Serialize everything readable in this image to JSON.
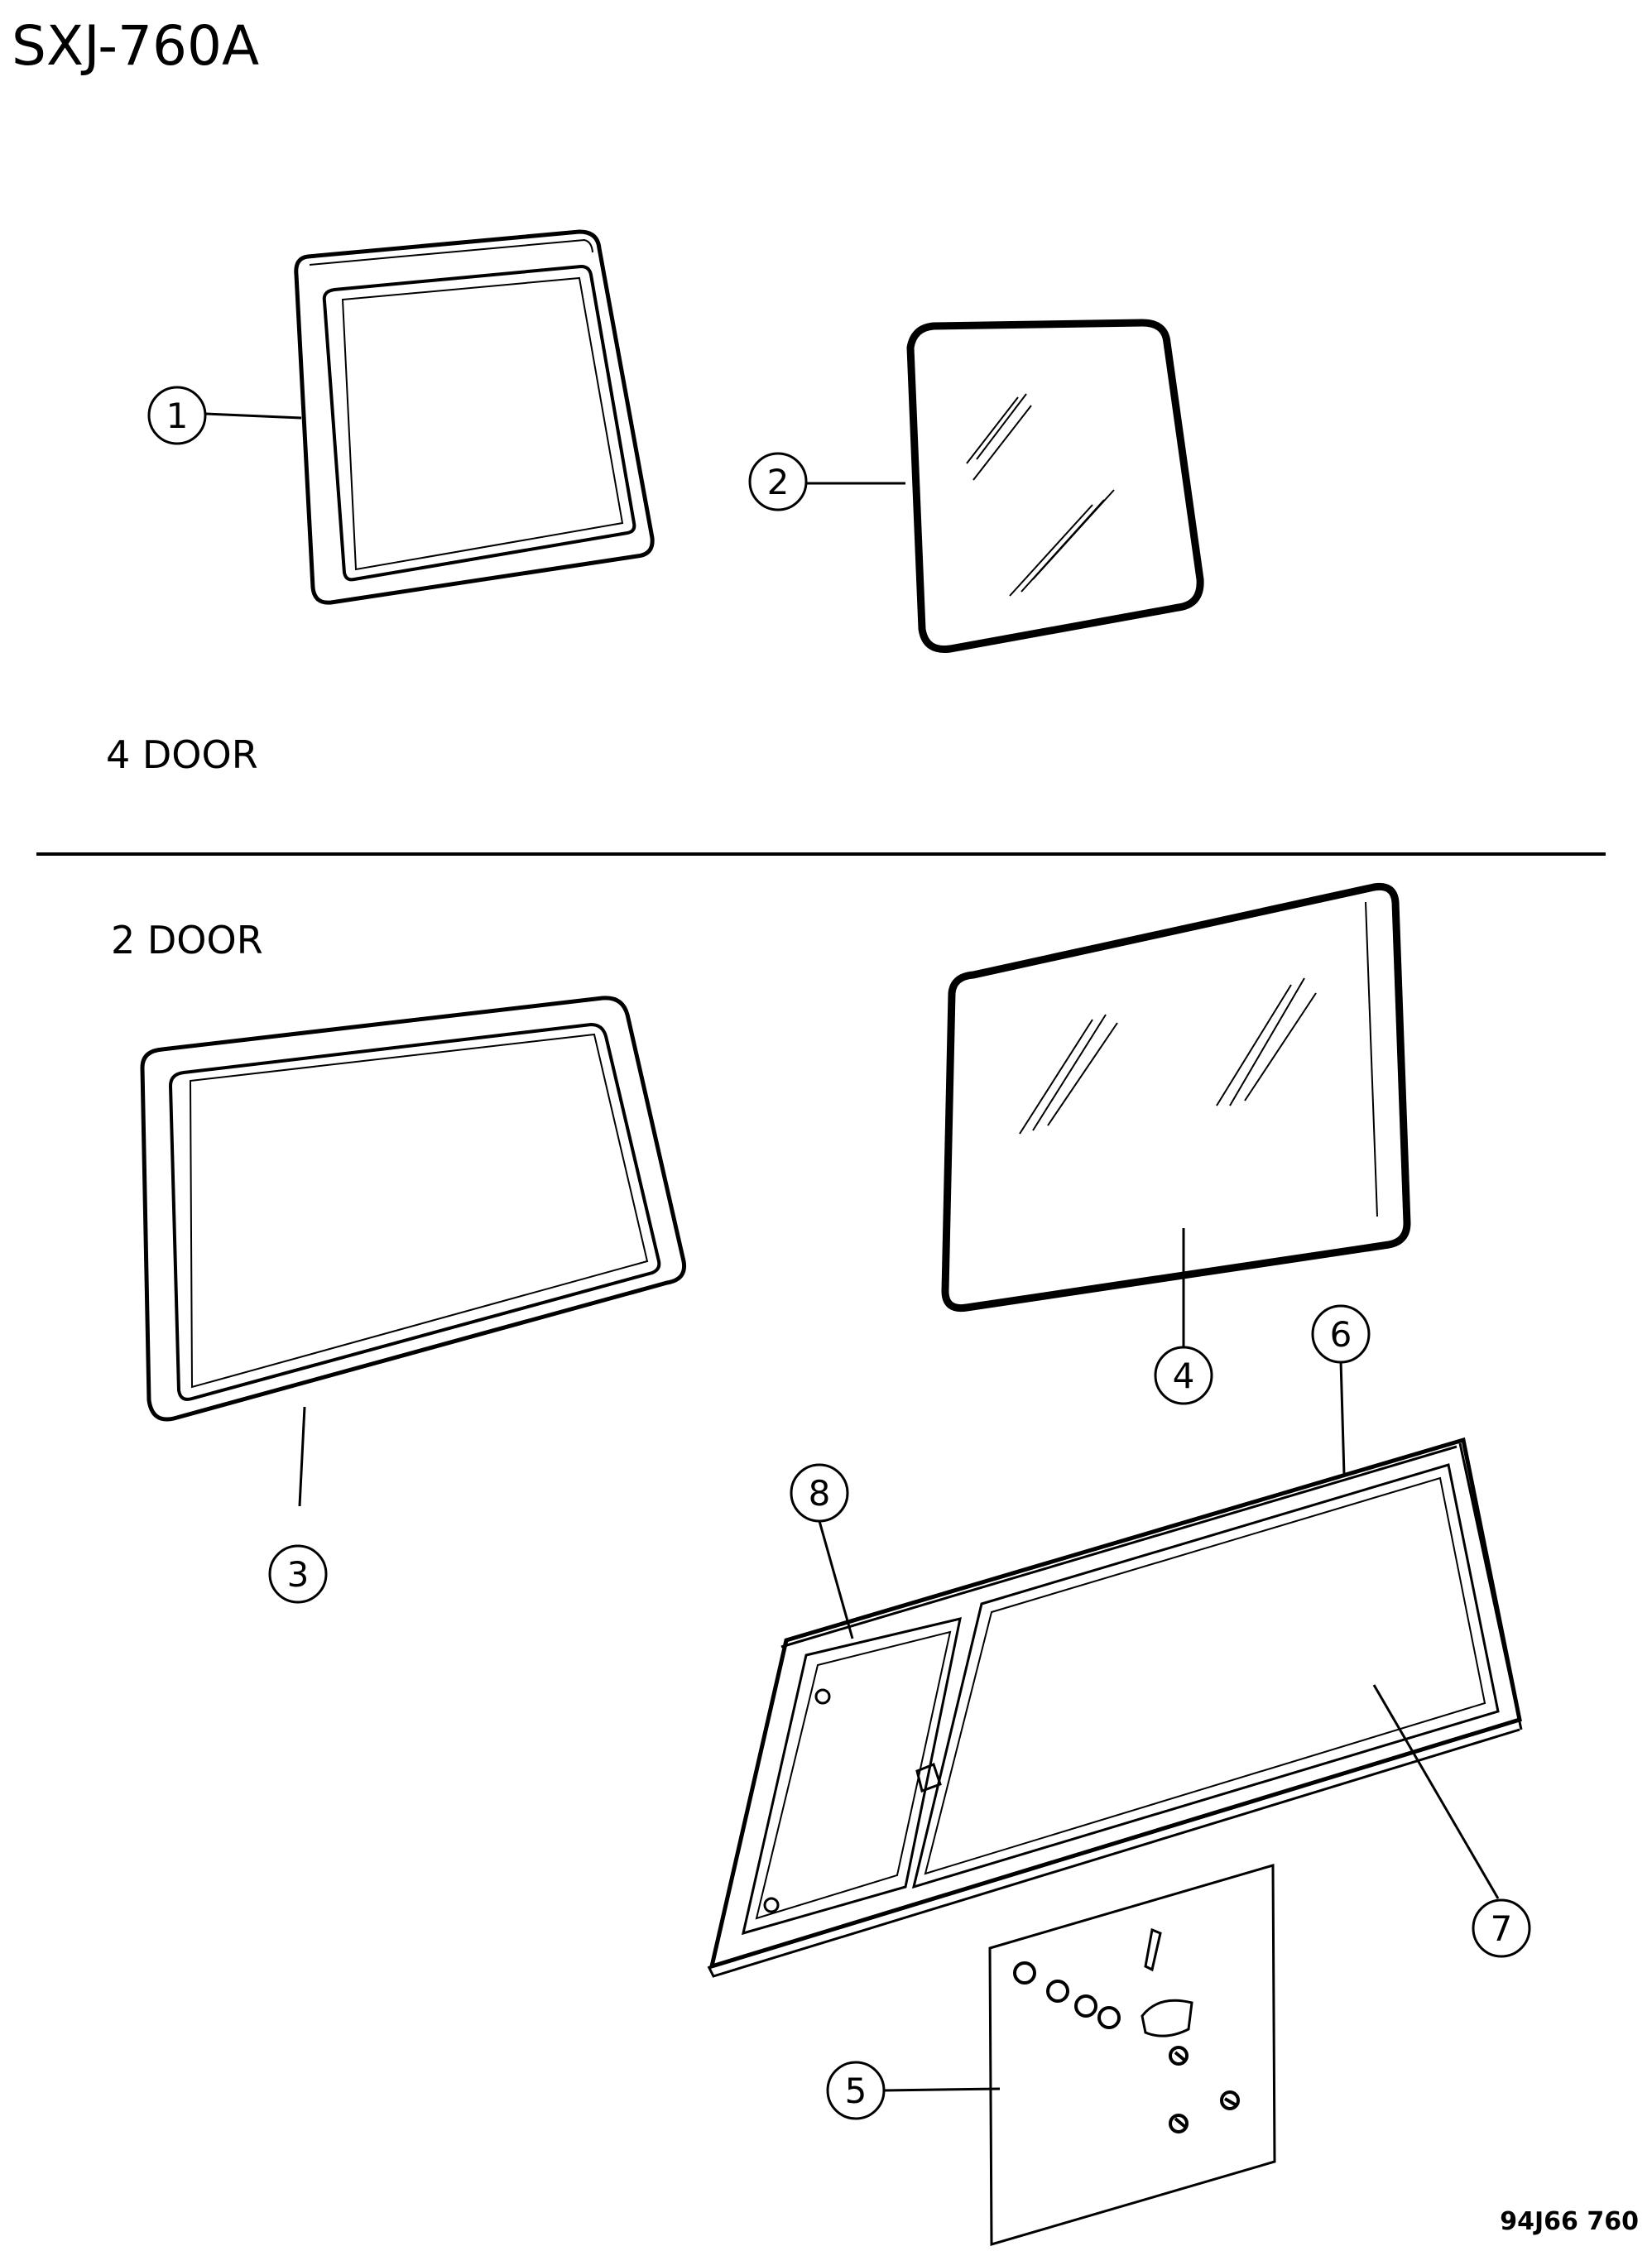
{
  "header": {
    "title": "SXJ-760A"
  },
  "sections": {
    "four_door": "4 DOOR",
    "two_door": "2 DOOR"
  },
  "callouts": [
    "1",
    "2",
    "3",
    "4",
    "5",
    "6",
    "7",
    "8"
  ],
  "footer": {
    "code": "94J66 760"
  }
}
